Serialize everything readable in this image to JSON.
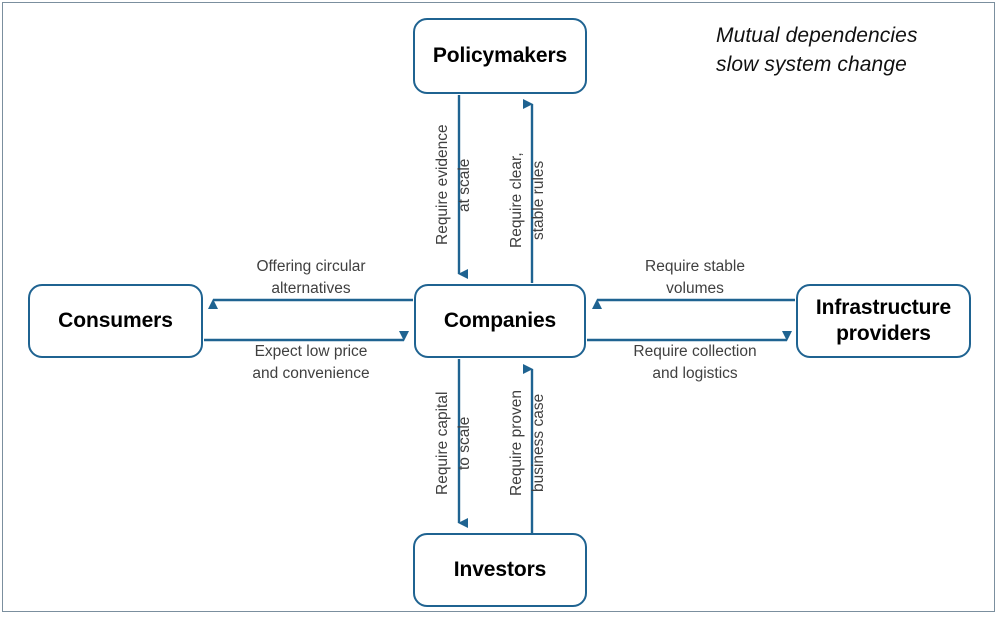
{
  "title": "Mutual dependencies\nslow system change",
  "colors": {
    "node_border": "#1f6391",
    "arrow": "#1f6391",
    "frame_border": "#7b8f9e",
    "label_text": "#404040",
    "node_text": "#000000",
    "background": "#ffffff"
  },
  "nodes": {
    "policymakers": {
      "label": "Policymakers"
    },
    "consumers": {
      "label": "Consumers"
    },
    "companies": {
      "label": "Companies"
    },
    "infrastructure": {
      "label": "Infrastructure\nproviders"
    },
    "investors": {
      "label": "Investors"
    }
  },
  "edges": [
    {
      "id": "evidence-at-scale",
      "label": "Require evidence\nat scale",
      "from": "policymakers",
      "to": "companies",
      "orientation": "vertical",
      "direction": "down"
    },
    {
      "id": "clear-stable-rules",
      "label": "Require clear,\nstable rules",
      "from": "companies",
      "to": "policymakers",
      "orientation": "vertical",
      "direction": "up"
    },
    {
      "id": "offering-circular-alternatives",
      "label": "Offering circular\nalternatives",
      "from": "companies",
      "to": "consumers",
      "orientation": "horizontal",
      "direction": "left"
    },
    {
      "id": "expect-low-price",
      "label": "Expect low price\nand convenience",
      "from": "consumers",
      "to": "companies",
      "orientation": "horizontal",
      "direction": "right"
    },
    {
      "id": "require-stable-volumes",
      "label": "Require stable\nvolumes",
      "from": "infrastructure",
      "to": "companies",
      "orientation": "horizontal",
      "direction": "left"
    },
    {
      "id": "require-collection-logistics",
      "label": "Require collection\nand logistics",
      "from": "companies",
      "to": "infrastructure",
      "orientation": "horizontal",
      "direction": "right"
    },
    {
      "id": "require-capital-to-scale",
      "label": "Require capital\nto scale",
      "from": "companies",
      "to": "investors",
      "orientation": "vertical",
      "direction": "down"
    },
    {
      "id": "require-proven-business-case",
      "label": "Require proven\nbusiness case",
      "from": "investors",
      "to": "companies",
      "orientation": "vertical",
      "direction": "up"
    }
  ]
}
